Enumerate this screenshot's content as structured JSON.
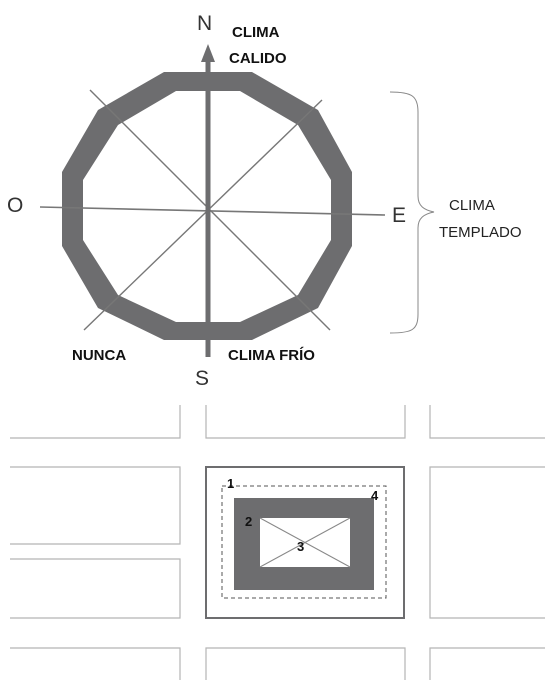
{
  "compass": {
    "north": "N",
    "south": "S",
    "east": "E",
    "west": "O"
  },
  "zones": {
    "north": [
      "CLIMA",
      "CALIDO"
    ],
    "east": [
      "CLIMA",
      "TEMPLADO"
    ],
    "south_east": "CLIMA FRÍO",
    "south_west": "NUNCA"
  },
  "plan": {
    "markers": [
      "1",
      "2",
      "3",
      "4"
    ]
  },
  "colors": {
    "ring": "#6d6d6f",
    "lines": "#777777",
    "blocks": "#b5b5b5",
    "building": "#6d6d6f"
  }
}
